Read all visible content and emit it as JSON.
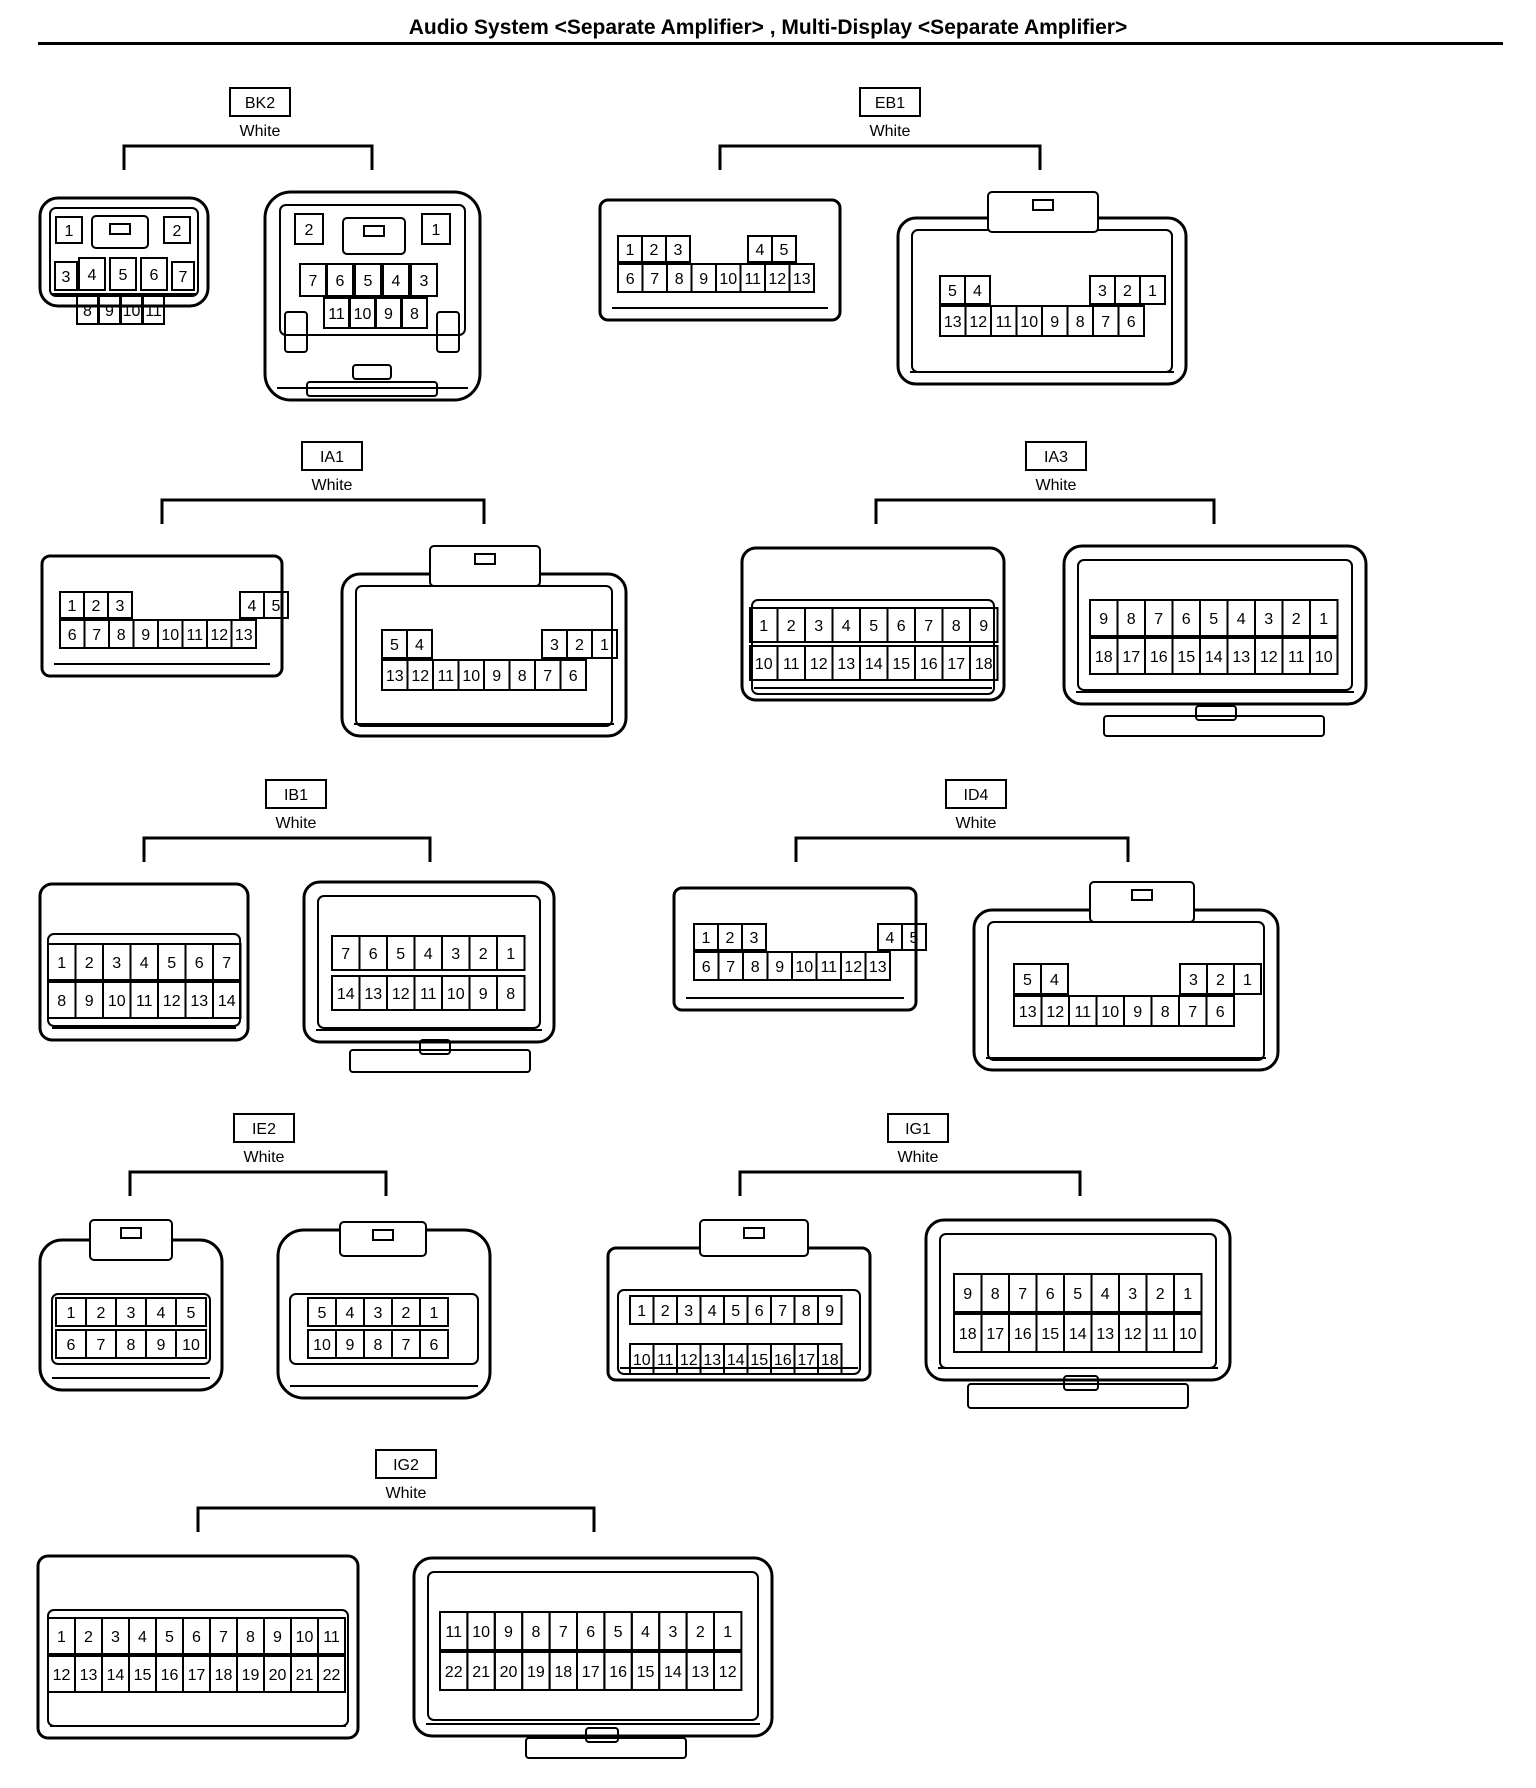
{
  "title": "Audio System <Separate Amplifier> , Multi-Display <Separate Amplifier>",
  "connectors": [
    {
      "id": "BK2",
      "color": "White",
      "left_rows": [
        [
          "1",
          "2"
        ],
        [
          "3",
          "4",
          "5",
          "6",
          "7"
        ],
        [
          "8",
          "9",
          "10",
          "11"
        ]
      ],
      "right_rows": [
        [
          "2",
          "1"
        ],
        [
          "7",
          "6",
          "5",
          "4",
          "3"
        ],
        [
          "11",
          "10",
          "9",
          "8"
        ]
      ]
    },
    {
      "id": "EB1",
      "color": "White",
      "left_rows": [
        [
          "1",
          "2",
          "3",
          "4",
          "5"
        ],
        [
          "6",
          "7",
          "8",
          "9",
          "10",
          "11",
          "12",
          "13"
        ]
      ],
      "right_rows": [
        [
          "5",
          "4",
          "3",
          "2",
          "1"
        ],
        [
          "13",
          "12",
          "11",
          "10",
          "9",
          "8",
          "7",
          "6"
        ]
      ]
    },
    {
      "id": "IA1",
      "color": "White",
      "left_rows": [
        [
          "1",
          "2",
          "3",
          "4",
          "5"
        ],
        [
          "6",
          "7",
          "8",
          "9",
          "10",
          "11",
          "12",
          "13"
        ]
      ],
      "right_rows": [
        [
          "5",
          "4",
          "3",
          "2",
          "1"
        ],
        [
          "13",
          "12",
          "11",
          "10",
          "9",
          "8",
          "7",
          "6"
        ]
      ]
    },
    {
      "id": "IA3",
      "color": "White",
      "left_rows": [
        [
          "1",
          "2",
          "3",
          "4",
          "5",
          "6",
          "7",
          "8",
          "9"
        ],
        [
          "10",
          "11",
          "12",
          "13",
          "14",
          "15",
          "16",
          "17",
          "18"
        ]
      ],
      "right_rows": [
        [
          "9",
          "8",
          "7",
          "6",
          "5",
          "4",
          "3",
          "2",
          "1"
        ],
        [
          "18",
          "17",
          "16",
          "15",
          "14",
          "13",
          "12",
          "11",
          "10"
        ]
      ]
    },
    {
      "id": "IB1",
      "color": "White",
      "left_rows": [
        [
          "1",
          "2",
          "3",
          "4",
          "5",
          "6",
          "7"
        ],
        [
          "8",
          "9",
          "10",
          "11",
          "12",
          "13",
          "14"
        ]
      ],
      "right_rows": [
        [
          "7",
          "6",
          "5",
          "4",
          "3",
          "2",
          "1"
        ],
        [
          "14",
          "13",
          "12",
          "11",
          "10",
          "9",
          "8"
        ]
      ]
    },
    {
      "id": "ID4",
      "color": "White",
      "left_rows": [
        [
          "1",
          "2",
          "3",
          "4",
          "5"
        ],
        [
          "6",
          "7",
          "8",
          "9",
          "10",
          "11",
          "12",
          "13"
        ]
      ],
      "right_rows": [
        [
          "5",
          "4",
          "3",
          "2",
          "1"
        ],
        [
          "13",
          "12",
          "11",
          "10",
          "9",
          "8",
          "7",
          "6"
        ]
      ]
    },
    {
      "id": "IE2",
      "color": "White",
      "left_rows": [
        [
          "1",
          "2",
          "3",
          "4",
          "5"
        ],
        [
          "6",
          "7",
          "8",
          "9",
          "10"
        ]
      ],
      "right_rows": [
        [
          "5",
          "4",
          "3",
          "2",
          "1"
        ],
        [
          "10",
          "9",
          "8",
          "7",
          "6"
        ]
      ]
    },
    {
      "id": "IG1",
      "color": "White",
      "left_rows": [
        [
          "1",
          "2",
          "3",
          "4",
          "5",
          "6",
          "7",
          "8",
          "9"
        ],
        [
          "10",
          "11",
          "12",
          "13",
          "14",
          "15",
          "16",
          "17",
          "18"
        ]
      ],
      "right_rows": [
        [
          "9",
          "8",
          "7",
          "6",
          "5",
          "4",
          "3",
          "2",
          "1"
        ],
        [
          "18",
          "17",
          "16",
          "15",
          "14",
          "13",
          "12",
          "11",
          "10"
        ]
      ]
    },
    {
      "id": "IG2",
      "color": "White",
      "left_rows": [
        [
          "1",
          "2",
          "3",
          "4",
          "5",
          "6",
          "7",
          "8",
          "9",
          "10",
          "11"
        ],
        [
          "12",
          "13",
          "14",
          "15",
          "16",
          "17",
          "18",
          "19",
          "20",
          "21",
          "22"
        ]
      ],
      "right_rows": [
        [
          "11",
          "10",
          "9",
          "8",
          "7",
          "6",
          "5",
          "4",
          "3",
          "2",
          "1"
        ],
        [
          "22",
          "21",
          "20",
          "19",
          "18",
          "17",
          "16",
          "15",
          "14",
          "13",
          "12"
        ]
      ]
    }
  ]
}
